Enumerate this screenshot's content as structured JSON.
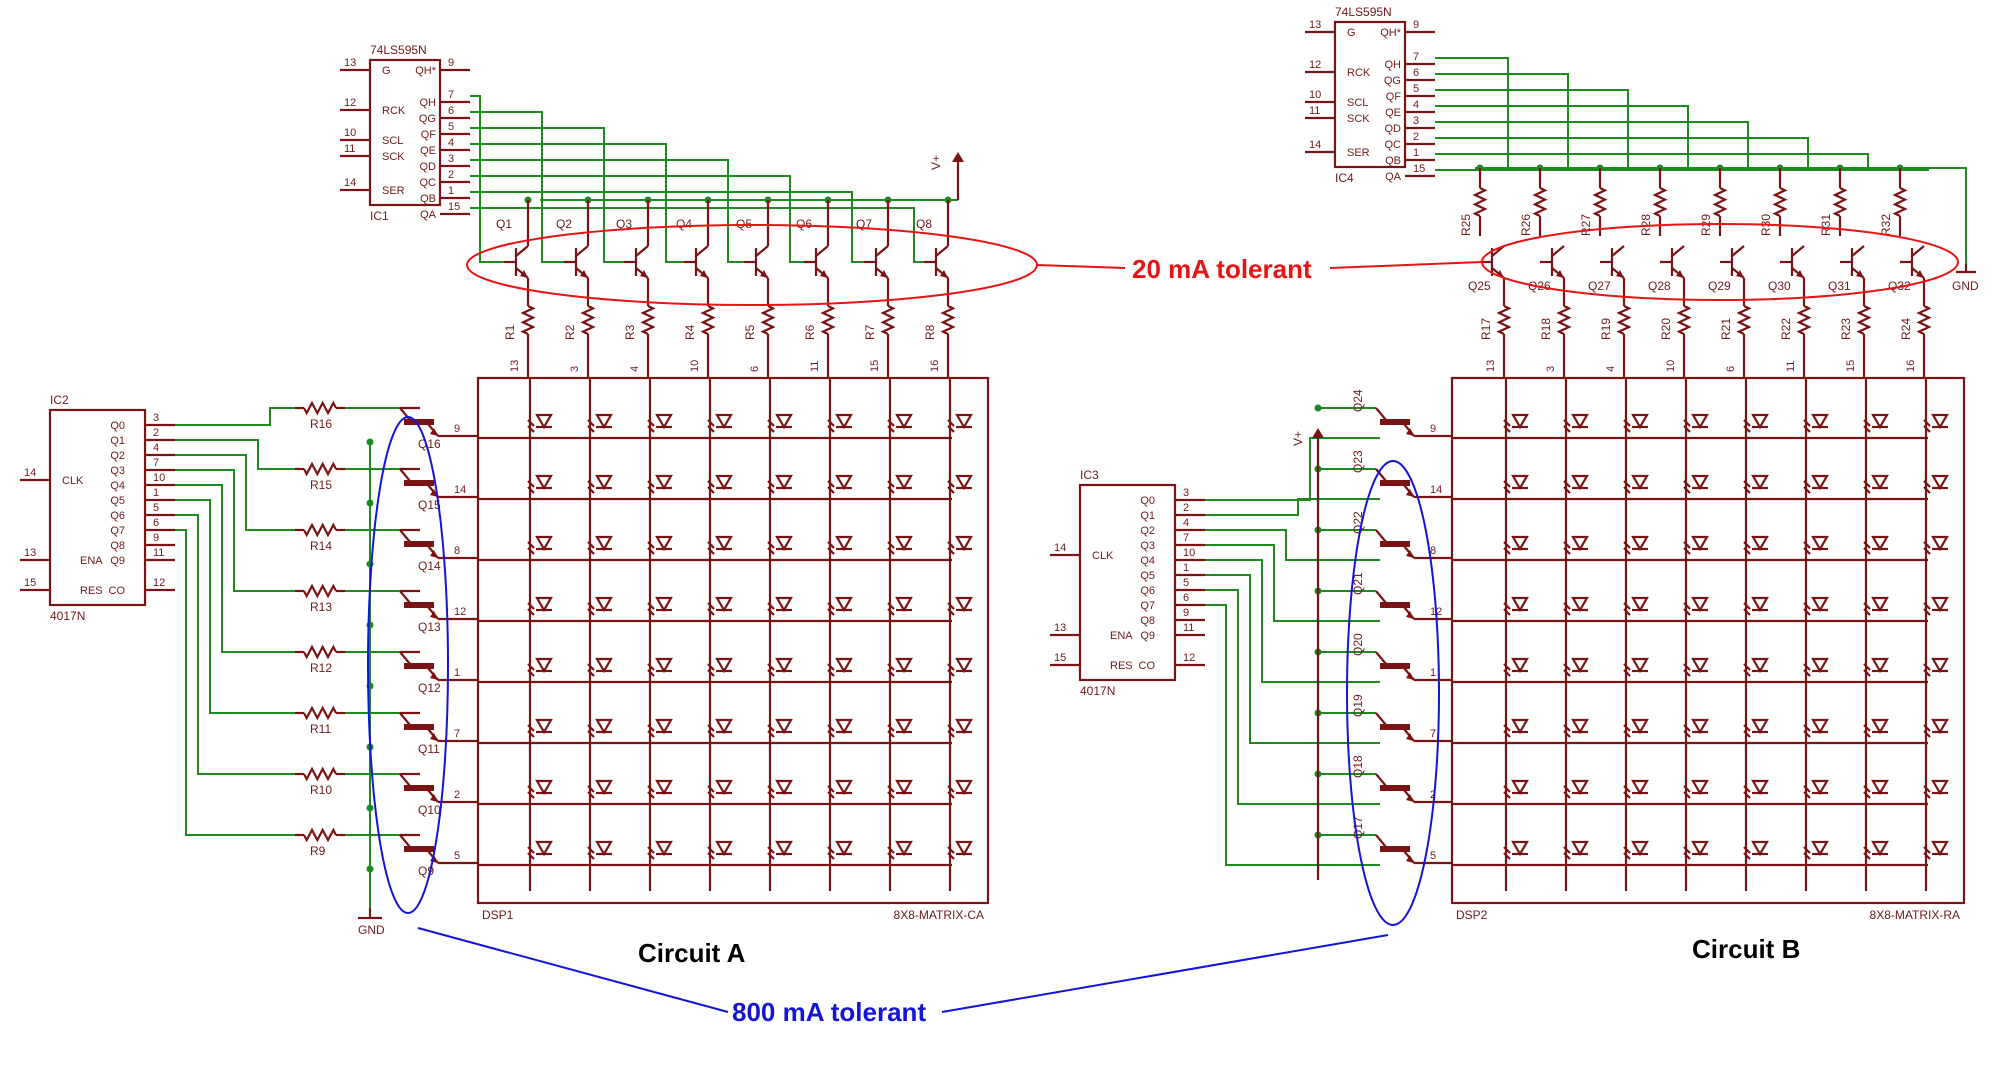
{
  "colors": {
    "component": "#7a1414",
    "wire": "#1c8a1c",
    "red_annotation": "#e81414",
    "blue_annotation": "#1414d8"
  },
  "circuit_a": {
    "title": "Circuit A",
    "shift_register": {
      "name": "74LS595N",
      "ref": "IC1"
    },
    "counter": {
      "name": "4017N",
      "ref": "IC2"
    },
    "display": {
      "ref": "DSP1",
      "part": "8X8-MATRIX-CA"
    },
    "col_transistors": [
      "Q1",
      "Q2",
      "Q3",
      "Q4",
      "Q5",
      "Q6",
      "Q7",
      "Q8"
    ],
    "col_resistors": [
      "R1",
      "R2",
      "R3",
      "R4",
      "R5",
      "R6",
      "R7",
      "R8"
    ],
    "col_pins": [
      "13",
      "3",
      "4",
      "10",
      "6",
      "11",
      "15",
      "16"
    ],
    "row_transistors": [
      "Q16",
      "Q15",
      "Q14",
      "Q13",
      "Q12",
      "Q11",
      "Q10",
      "Q9"
    ],
    "row_resistors": [
      "R16",
      "R15",
      "R14",
      "R13",
      "R12",
      "R11",
      "R10",
      "R9"
    ],
    "row_pins": [
      "9",
      "14",
      "8",
      "12",
      "1",
      "7",
      "2",
      "5"
    ],
    "supply": "V+",
    "ground": "GND"
  },
  "circuit_b": {
    "title": "Circuit B",
    "shift_register": {
      "name": "74LS595N",
      "ref": "IC4"
    },
    "counter": {
      "name": "4017N",
      "ref": "IC3"
    },
    "display": {
      "ref": "DSP2",
      "part": "8X8-MATRIX-RA"
    },
    "col_transistors": [
      "Q25",
      "Q26",
      "Q27",
      "Q28",
      "Q29",
      "Q30",
      "Q31",
      "Q32"
    ],
    "pullup_resistors": [
      "R25",
      "R26",
      "R27",
      "R28",
      "R29",
      "R30",
      "R31",
      "R32"
    ],
    "col_resistors": [
      "R17",
      "R18",
      "R19",
      "R20",
      "R21",
      "R22",
      "R23",
      "R24"
    ],
    "col_pins": [
      "13",
      "3",
      "4",
      "10",
      "6",
      "11",
      "15",
      "16"
    ],
    "row_transistors": [
      "Q24",
      "Q23",
      "Q22",
      "Q21",
      "Q20",
      "Q19",
      "Q18",
      "Q17"
    ],
    "row_pins": [
      "9",
      "14",
      "8",
      "12",
      "1",
      "7",
      "2",
      "5"
    ],
    "supply": "V+",
    "ground": "GND"
  },
  "shift_register_pins": {
    "left_nums": [
      "13",
      "12",
      "10",
      "11",
      "14"
    ],
    "left_names": [
      "G",
      "RCK",
      "SCL",
      "SCK",
      "SER"
    ],
    "right_names": [
      "QH*",
      "QH",
      "QG",
      "QF",
      "QE",
      "QD",
      "QC",
      "QB",
      "QA"
    ],
    "right_nums": [
      "9",
      "7",
      "6",
      "5",
      "4",
      "3",
      "2",
      "1",
      "15"
    ]
  },
  "counter_pins": {
    "outputs": [
      "Q0",
      "Q1",
      "Q2",
      "Q3",
      "Q4",
      "Q5",
      "Q6",
      "Q7",
      "Q8",
      "Q9",
      "CO"
    ],
    "output_nums": [
      "3",
      "2",
      "4",
      "7",
      "10",
      "1",
      "5",
      "6",
      "9",
      "11",
      "12"
    ],
    "inputs": [
      "CLK",
      "ENA",
      "RES"
    ],
    "input_nums": [
      "14",
      "13",
      "15"
    ]
  },
  "annotations": {
    "top": "20 mA tolerant",
    "bottom": "800 mA tolerant"
  }
}
